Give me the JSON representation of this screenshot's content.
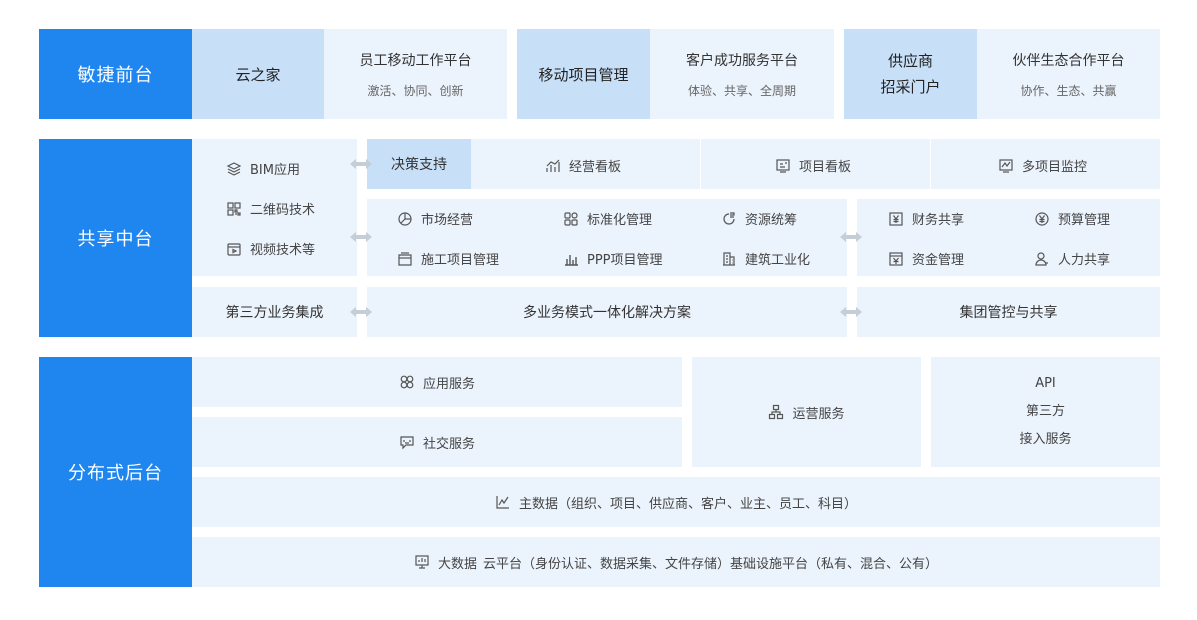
{
  "front": {
    "label": "敏捷前台",
    "cloud_home": "云之家",
    "employee_platform": {
      "title": "员工移动工作平台",
      "sub": "激活、协同、创新"
    },
    "mobile_project": "移动项目管理",
    "customer_platform": {
      "title": "客户成功服务平台",
      "sub": "体验、共享、全周期"
    },
    "supplier_portal": {
      "line1": "供应商",
      "line2": "招采门户"
    },
    "partner_platform": {
      "title": "伙伴生态合作平台",
      "sub": "协作、生态、共赢"
    }
  },
  "middle": {
    "label": "共享中台",
    "tech": [
      "BIM应用",
      "二维码技术",
      "视频技术等"
    ],
    "decision": {
      "label": "决策支持",
      "items": [
        "经营看板",
        "项目看板",
        "多项目监控"
      ]
    },
    "business": [
      "市场经营",
      "标准化管理",
      "资源统筹",
      "施工项目管理",
      "PPP项目管理",
      "建筑工业化"
    ],
    "finance": [
      "财务共享",
      "预算管理",
      "资金管理",
      "人力共享"
    ],
    "third_party": "第三方业务集成",
    "multi_mode": "多业务模式一体化解决方案",
    "group_control": "集团管控与共享"
  },
  "back": {
    "label": "分布式后台",
    "app_service": "应用服务",
    "social_service": "社交服务",
    "ops_service": "运营服务",
    "api": {
      "line1": "API",
      "line2": "第三方",
      "line3": "接入服务"
    },
    "master_data": "主数据（组织、项目、供应商、客户、业主、员工、科目）",
    "bigdata_prefix": "大数据",
    "cloud_platform": "云平台（身份认证、数据采集、文件存储）基础设施平台（私有、混合、公有）"
  },
  "colors": {
    "primary": "#1f86f0",
    "light": "#ebf3fc",
    "medium": "#c7dff7",
    "arrow": "#c5cdd6"
  }
}
